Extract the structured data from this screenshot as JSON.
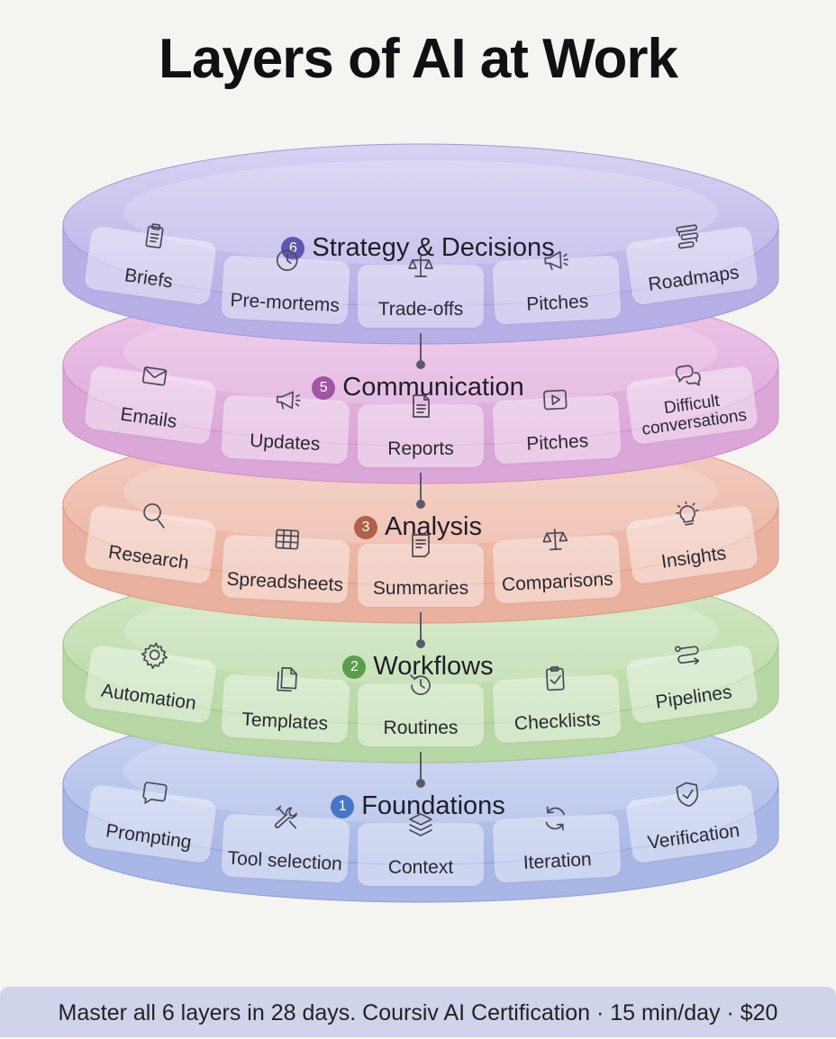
{
  "title": "Layers of AI at Work",
  "layers": [
    {
      "num": "6",
      "title": "Strategy & Decisions",
      "colors": {
        "top": "#d8d3f3",
        "side": "#b6b0e6",
        "edge": "#9f97d8",
        "badge": "#5e58b0"
      },
      "items": [
        {
          "label": "Briefs",
          "icon": "clipboard-icon"
        },
        {
          "label": "Pre-mortems",
          "icon": "clock-icon"
        },
        {
          "label": "Trade-offs",
          "icon": "scale-icon"
        },
        {
          "label": "Pitches",
          "icon": "megaphone-icon"
        },
        {
          "label": "Roadmaps",
          "icon": "roadmap-icon"
        }
      ]
    },
    {
      "num": "5",
      "title": "Communication",
      "colors": {
        "top": "#efc8eb",
        "side": "#dba7d8",
        "edge": "#c98ec6",
        "badge": "#a255a3"
      },
      "items": [
        {
          "label": "Emails",
          "icon": "mail-icon"
        },
        {
          "label": "Updates",
          "icon": "megaphone-icon"
        },
        {
          "label": "Reports",
          "icon": "document-icon"
        },
        {
          "label": "Pitches",
          "icon": "video-icon"
        },
        {
          "label": "Difficult conversations",
          "icon": "chat-bubbles-icon"
        }
      ]
    },
    {
      "num": "3",
      "title": "Analysis",
      "colors": {
        "top": "#f5cfc3",
        "side": "#eab19f",
        "edge": "#d99984",
        "badge": "#b0614a"
      },
      "items": [
        {
          "label": "Research",
          "icon": "search-icon"
        },
        {
          "label": "Spreadsheets",
          "icon": "table-icon"
        },
        {
          "label": "Summaries",
          "icon": "summary-icon"
        },
        {
          "label": "Comparisons",
          "icon": "scale-icon"
        },
        {
          "label": "Insights",
          "icon": "lightbulb-icon"
        }
      ]
    },
    {
      "num": "2",
      "title": "Workflows",
      "colors": {
        "top": "#d5eac7",
        "side": "#b7d8a4",
        "edge": "#9dc486",
        "badge": "#5b9e4a"
      },
      "items": [
        {
          "label": "Automation",
          "icon": "gear-icon"
        },
        {
          "label": "Templates",
          "icon": "files-icon"
        },
        {
          "label": "Routines",
          "icon": "history-icon"
        },
        {
          "label": "Checklists",
          "icon": "checklist-icon"
        },
        {
          "label": "Pipelines",
          "icon": "pipeline-icon"
        }
      ]
    },
    {
      "num": "1",
      "title": "Foundations",
      "colors": {
        "top": "#ccd6f2",
        "side": "#a9b7e6",
        "edge": "#8d9cd6",
        "badge": "#4676c8"
      },
      "items": [
        {
          "label": "Prompting",
          "icon": "chat-icon"
        },
        {
          "label": "Tool selection",
          "icon": "tools-icon"
        },
        {
          "label": "Context",
          "icon": "layers-icon"
        },
        {
          "label": "Iteration",
          "icon": "refresh-icon"
        },
        {
          "label": "Verification",
          "icon": "shield-check-icon"
        }
      ]
    }
  ],
  "footer": "Master all 6 layers in 28 days. Coursiv AI Certification · 15 min/day · $20"
}
